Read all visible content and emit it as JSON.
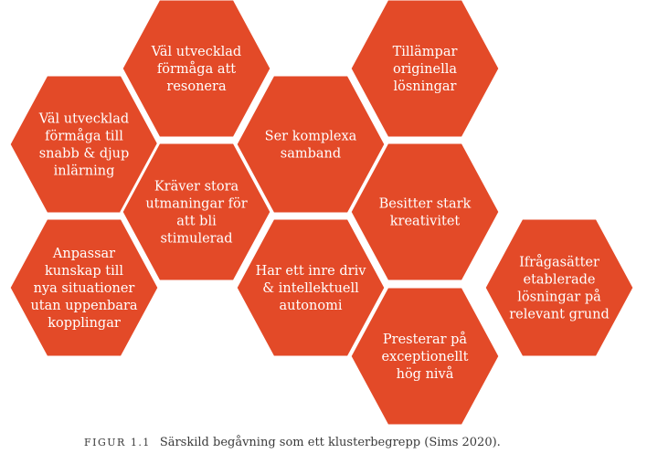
{
  "colors": {
    "hexagon_fill": "#e34a28",
    "hexagon_stroke": "#ffffff",
    "text": "#ffffff",
    "caption": "#3a3a3a"
  },
  "hexagons": [
    {
      "id": "hex-1",
      "lines": [
        "Väl utvecklad",
        "förmåga att",
        "resonera"
      ]
    },
    {
      "id": "hex-2",
      "lines": [
        "Tillämpar",
        "originella",
        "lösningar"
      ]
    },
    {
      "id": "hex-3",
      "lines": [
        "Väl utvecklad",
        "förmåga till",
        "snabb & djup",
        "inlärning"
      ]
    },
    {
      "id": "hex-4",
      "lines": [
        "Ser komplexa",
        "samband"
      ]
    },
    {
      "id": "hex-5",
      "lines": [
        "Kräver stora",
        "utmaningar för",
        "att bli",
        "stimulerad"
      ]
    },
    {
      "id": "hex-6",
      "lines": [
        "Besitter stark",
        "kreativitet"
      ]
    },
    {
      "id": "hex-7",
      "lines": [
        "Anpassar",
        "kunskap till",
        "nya situationer",
        "utan uppenbara",
        "kopplingar"
      ]
    },
    {
      "id": "hex-8",
      "lines": [
        "Har ett inre driv",
        "& intellektuell",
        "autonomi"
      ]
    },
    {
      "id": "hex-9",
      "lines": [
        "Ifrågasätter",
        "etablerade",
        "lösningar på",
        "relevant grund"
      ]
    },
    {
      "id": "hex-10",
      "lines": [
        "Presterar på",
        "exceptionellt",
        "hög nivå"
      ]
    }
  ],
  "caption": {
    "label": "FIGUR 1.1",
    "text": "Särskild begåvning som ett klusterbegrepp (Sims 2020)."
  }
}
